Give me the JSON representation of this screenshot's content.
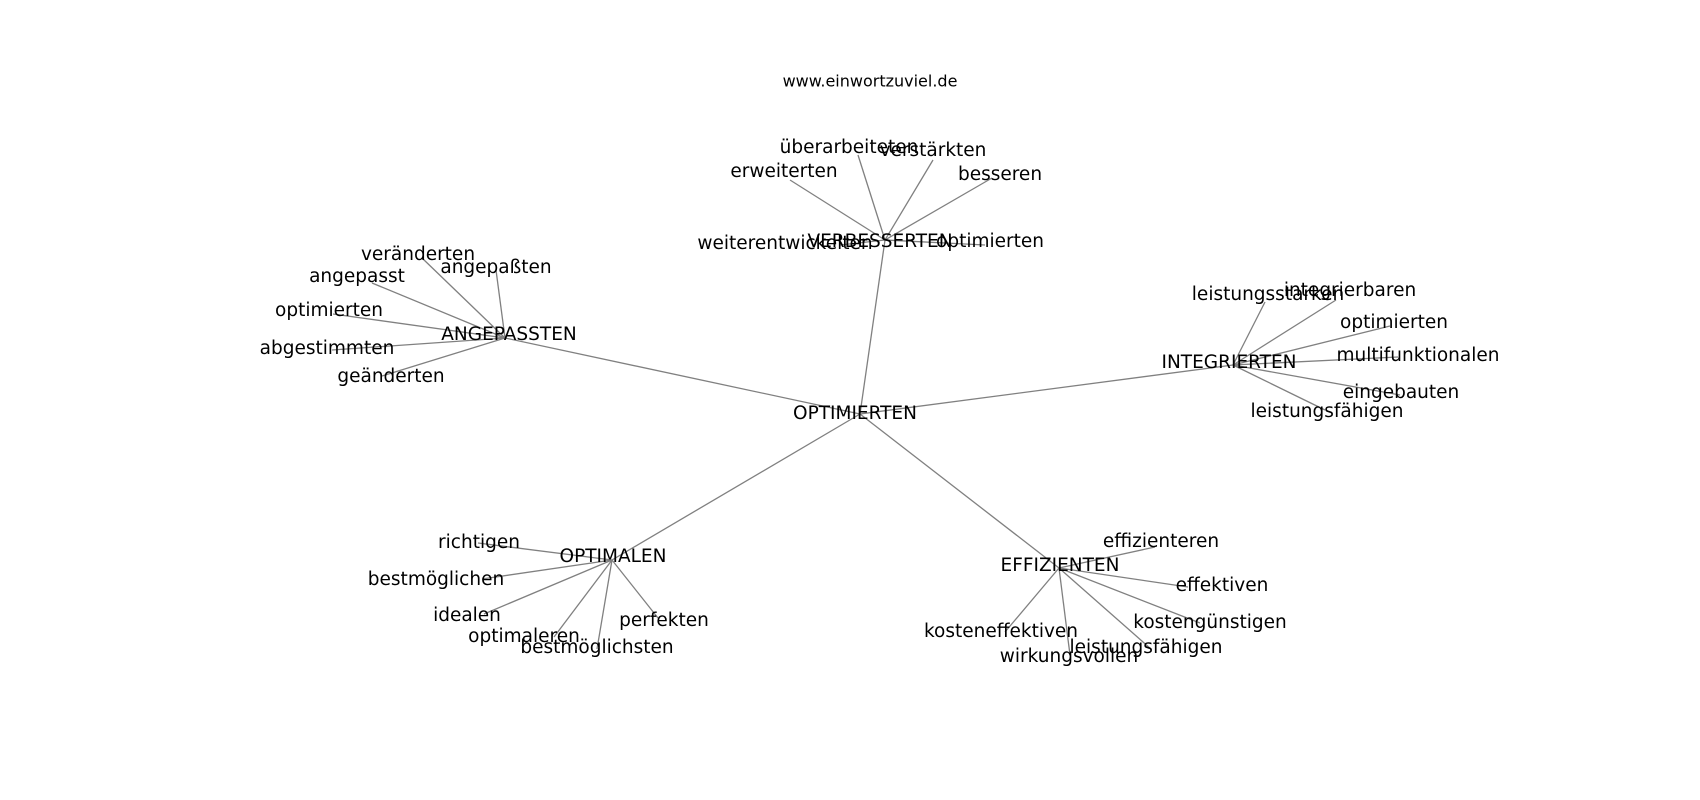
{
  "header": {
    "title": "www.einwortzuviel.de"
  },
  "graph": {
    "root": {
      "id": "root",
      "label": "OPTIMIERTEN"
    },
    "hubs": [
      {
        "id": "verbesserten",
        "label": "VERBESSERTEN",
        "leaves": [
          "überarbeiteten",
          "verstärkten",
          "erweiterten",
          "besseren",
          "weiterentwickelten",
          "optimierten"
        ]
      },
      {
        "id": "angepassten",
        "label": "ANGEPASSTEN",
        "leaves": [
          "veränderten",
          "angepaßten",
          "angepasst",
          "optimierten",
          "abgestimmten",
          "geänderten"
        ]
      },
      {
        "id": "integrierten",
        "label": "INTEGRIERTEN",
        "leaves": [
          "leistungsstarken",
          "integrierbaren",
          "optimierten",
          "multifunktionalen",
          "eingebauten",
          "leistungsfähigen"
        ]
      },
      {
        "id": "optimalen",
        "label": "OPTIMALEN",
        "leaves": [
          "richtigen",
          "bestmöglichen",
          "idealen",
          "optimaleren",
          "bestmöglichsten",
          "perfekten"
        ]
      },
      {
        "id": "effizienten",
        "label": "EFFIZIENTEN",
        "leaves": [
          "effizienteren",
          "effektiven",
          "kostengünstigen",
          "kosteneffektiven",
          "leistungsfähigen",
          "wirkungsvollen"
        ]
      }
    ]
  },
  "colors": {
    "edge": "#808080",
    "text": "#000000",
    "background": "#ffffff"
  }
}
